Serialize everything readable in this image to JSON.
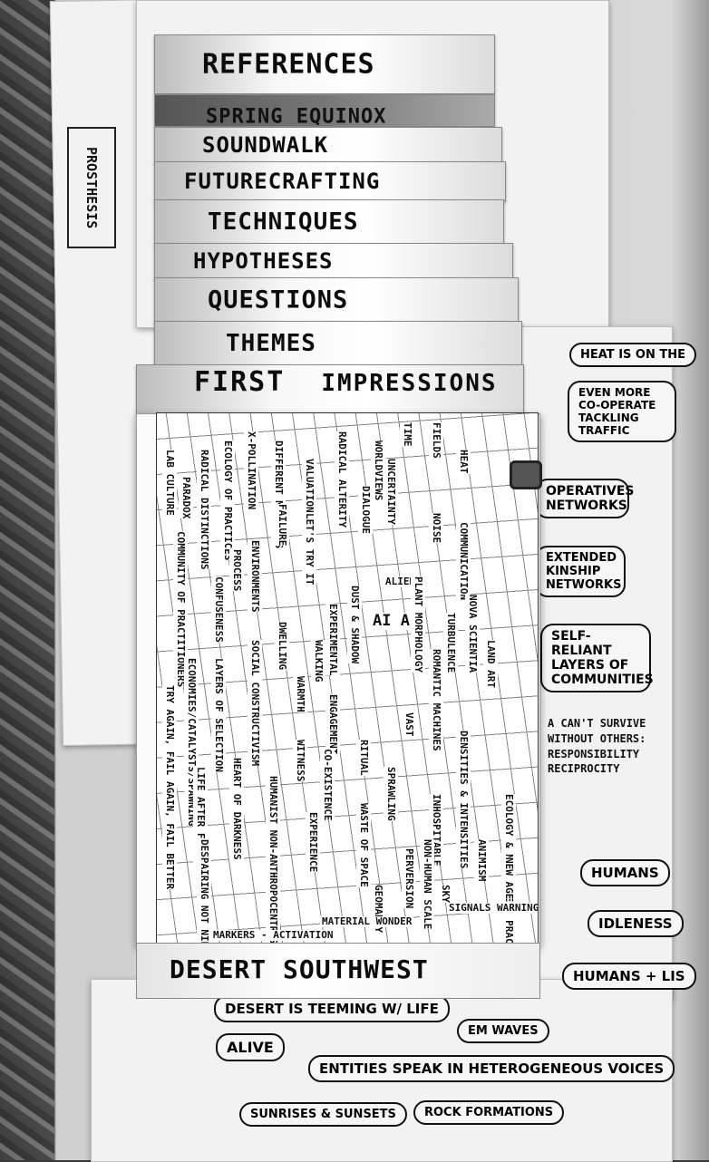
{
  "tabs": [
    {
      "label": "REFERENCES"
    },
    {
      "label": "SPRING EQUINOX"
    },
    {
      "label": "SOUNDWALK"
    },
    {
      "label": "FUTURECRAFTING"
    },
    {
      "label": "TECHNIQUES"
    },
    {
      "label": "HYPOTHESES"
    },
    {
      "label": "QUESTIONS"
    },
    {
      "label": "THEMES"
    }
  ],
  "main_sheet": {
    "title_word1": "FIRST",
    "title_word2": "IMPRESSIONS",
    "footer": "DESERT SOUTHWEST",
    "terms": [
      "LAB CULTURE",
      "PARADOX",
      "RADICAL DISTINCTIONS",
      "ECOLOGY OF PRACTICES",
      "X-POLLINATION",
      "DIFFERENT MINDSETS",
      "VALUATION",
      "RADICAL ALTERITY",
      "WORLDVIEWS",
      "TIME",
      "HEAT",
      "FIELDS",
      "CONFUSENESS",
      "PROCESS",
      "COMMUNITY OF PRACTITIONERS",
      "ENVIRONMENTS",
      "FAILURE",
      "LET'S TRY IT",
      "UNCERTAINTY",
      "DIALOGUE",
      "NOISE",
      "COMMUNICATION",
      "ALIEN",
      "EXPERIMENTAL",
      "DUST & SHADOW",
      "AI AI",
      "PLANT MORPHOLOGY",
      "NOVA SCIENTIA",
      "LAND ART",
      "TURBULENCE",
      "ROMANTIC MACHINES",
      "DENSITIES & INTENSITIES",
      "LAYERS OF SELECTION",
      "ECONOMIES/CATALYSTS/SPAWNING",
      "SOCIAL CONSTRUCTIVISM",
      "WALKING",
      "WARMTH",
      "DWELLING",
      "ENGAGEMENT",
      "RITUAL",
      "VAST",
      "INHOSPITABLE",
      "WITNESS",
      "CO-EXISTENCE",
      "WASTE OF SPACE",
      "EXPERIENCE",
      "SPRAWLING",
      "NON-HUMAN SCALE",
      "SKY",
      "ANIMISM",
      "ECOLOGY & NON MODERN PRACTICES",
      "LIFE AFTER FAILURE",
      "HEART OF DARKNESS",
      "HUMANIST NON-ANTHROPOCENTRISM",
      "PERVERSION",
      "GEOMANCY",
      "SIGNALS WARNING SIGNS",
      "NEW AGE",
      "DESPAIRING NOT NIHILISTIC",
      "TRY AGAIN, FAIL AGAIN, FAIL BETTER",
      "MATERIAL WONDER",
      "MARKERS - ACTIVATION"
    ]
  },
  "background_notes": [
    "PROSTHESIS",
    "HEAT IS ON THE",
    "EVEN MORE CO-OPERATE TACKLING TRAFFIC",
    "OPERATIVES NETWORKS",
    "EXTENDED KINSHIP NETWORKS",
    "SELF-RELIANT LAYERS OF COMMUNITIES",
    "A CAN'T SURVIVE WITHOUT OTHERS: RESPONSIBILITY RECIPROCITY",
    "HUMANS",
    "IDLENESS",
    "HUMANS + LIS",
    "DESERT IS TEEMING W/ LIFE",
    "ALIVE",
    "EM WAVES",
    "ENTITIES SPEAK IN HETEROGENEOUS VOICES",
    "SUNRISES & SUNSETS",
    "ROCK FORMATIONS"
  ]
}
